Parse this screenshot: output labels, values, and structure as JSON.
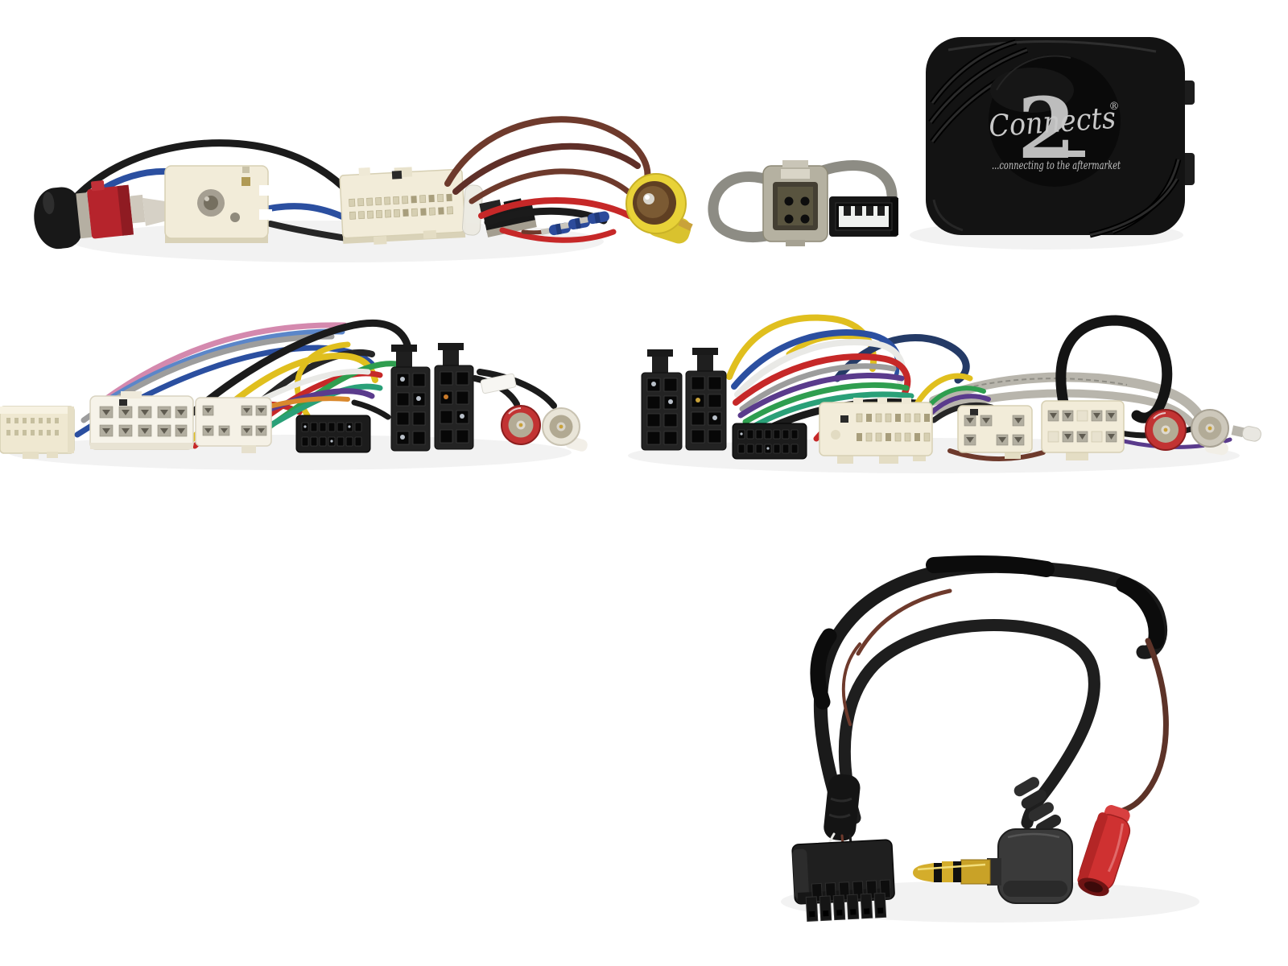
{
  "image": {
    "type": "product-photo",
    "background": "#ffffff"
  },
  "brand": {
    "script": "Connects",
    "number": "2",
    "registered": "®",
    "tagline": "...connecting to the aftermarket"
  },
  "palette": {
    "box_black": "#131313",
    "logo_silver": "#c6c6c6",
    "connector_cream": "#f2ecd9",
    "connector_white": "#f6f3e9",
    "iso_black": "#232323",
    "wire_yellow": "#e0bf1e",
    "wire_red": "#c62828",
    "wire_blue": "#2b4fa0",
    "wire_green": "#2f9e4f",
    "wire_purple": "#5a3b8c",
    "wire_brown": "#6e3a2c",
    "rca_yellow": "#e8d238",
    "rca_red": "#c23333",
    "rca_white": "#e9e5d8",
    "antenna_red": "#b6242c",
    "usb_gray": "#b5b1a1",
    "jack_gold": "#c9a227"
  },
  "components": [
    {
      "name": "antenna-adapter-harness",
      "label": "antenna adapter lead with cream connectors and yellow RCA plug"
    },
    {
      "name": "usb-adapter-cable",
      "label": "USB retention cable"
    },
    {
      "name": "connects2-interface-box",
      "label": "Connects2 steering wheel control interface box"
    },
    {
      "name": "stalk-harness-left",
      "label": "ISO T-harness with cream connectors and RCA plugs"
    },
    {
      "name": "stalk-harness-right",
      "label": "ISO T-harness with cream connectors and RCA plugs"
    },
    {
      "name": "patch-lead-cable",
      "label": "patch lead with 12-pin connector, 3.5mm jack and red bullet terminal"
    }
  ]
}
